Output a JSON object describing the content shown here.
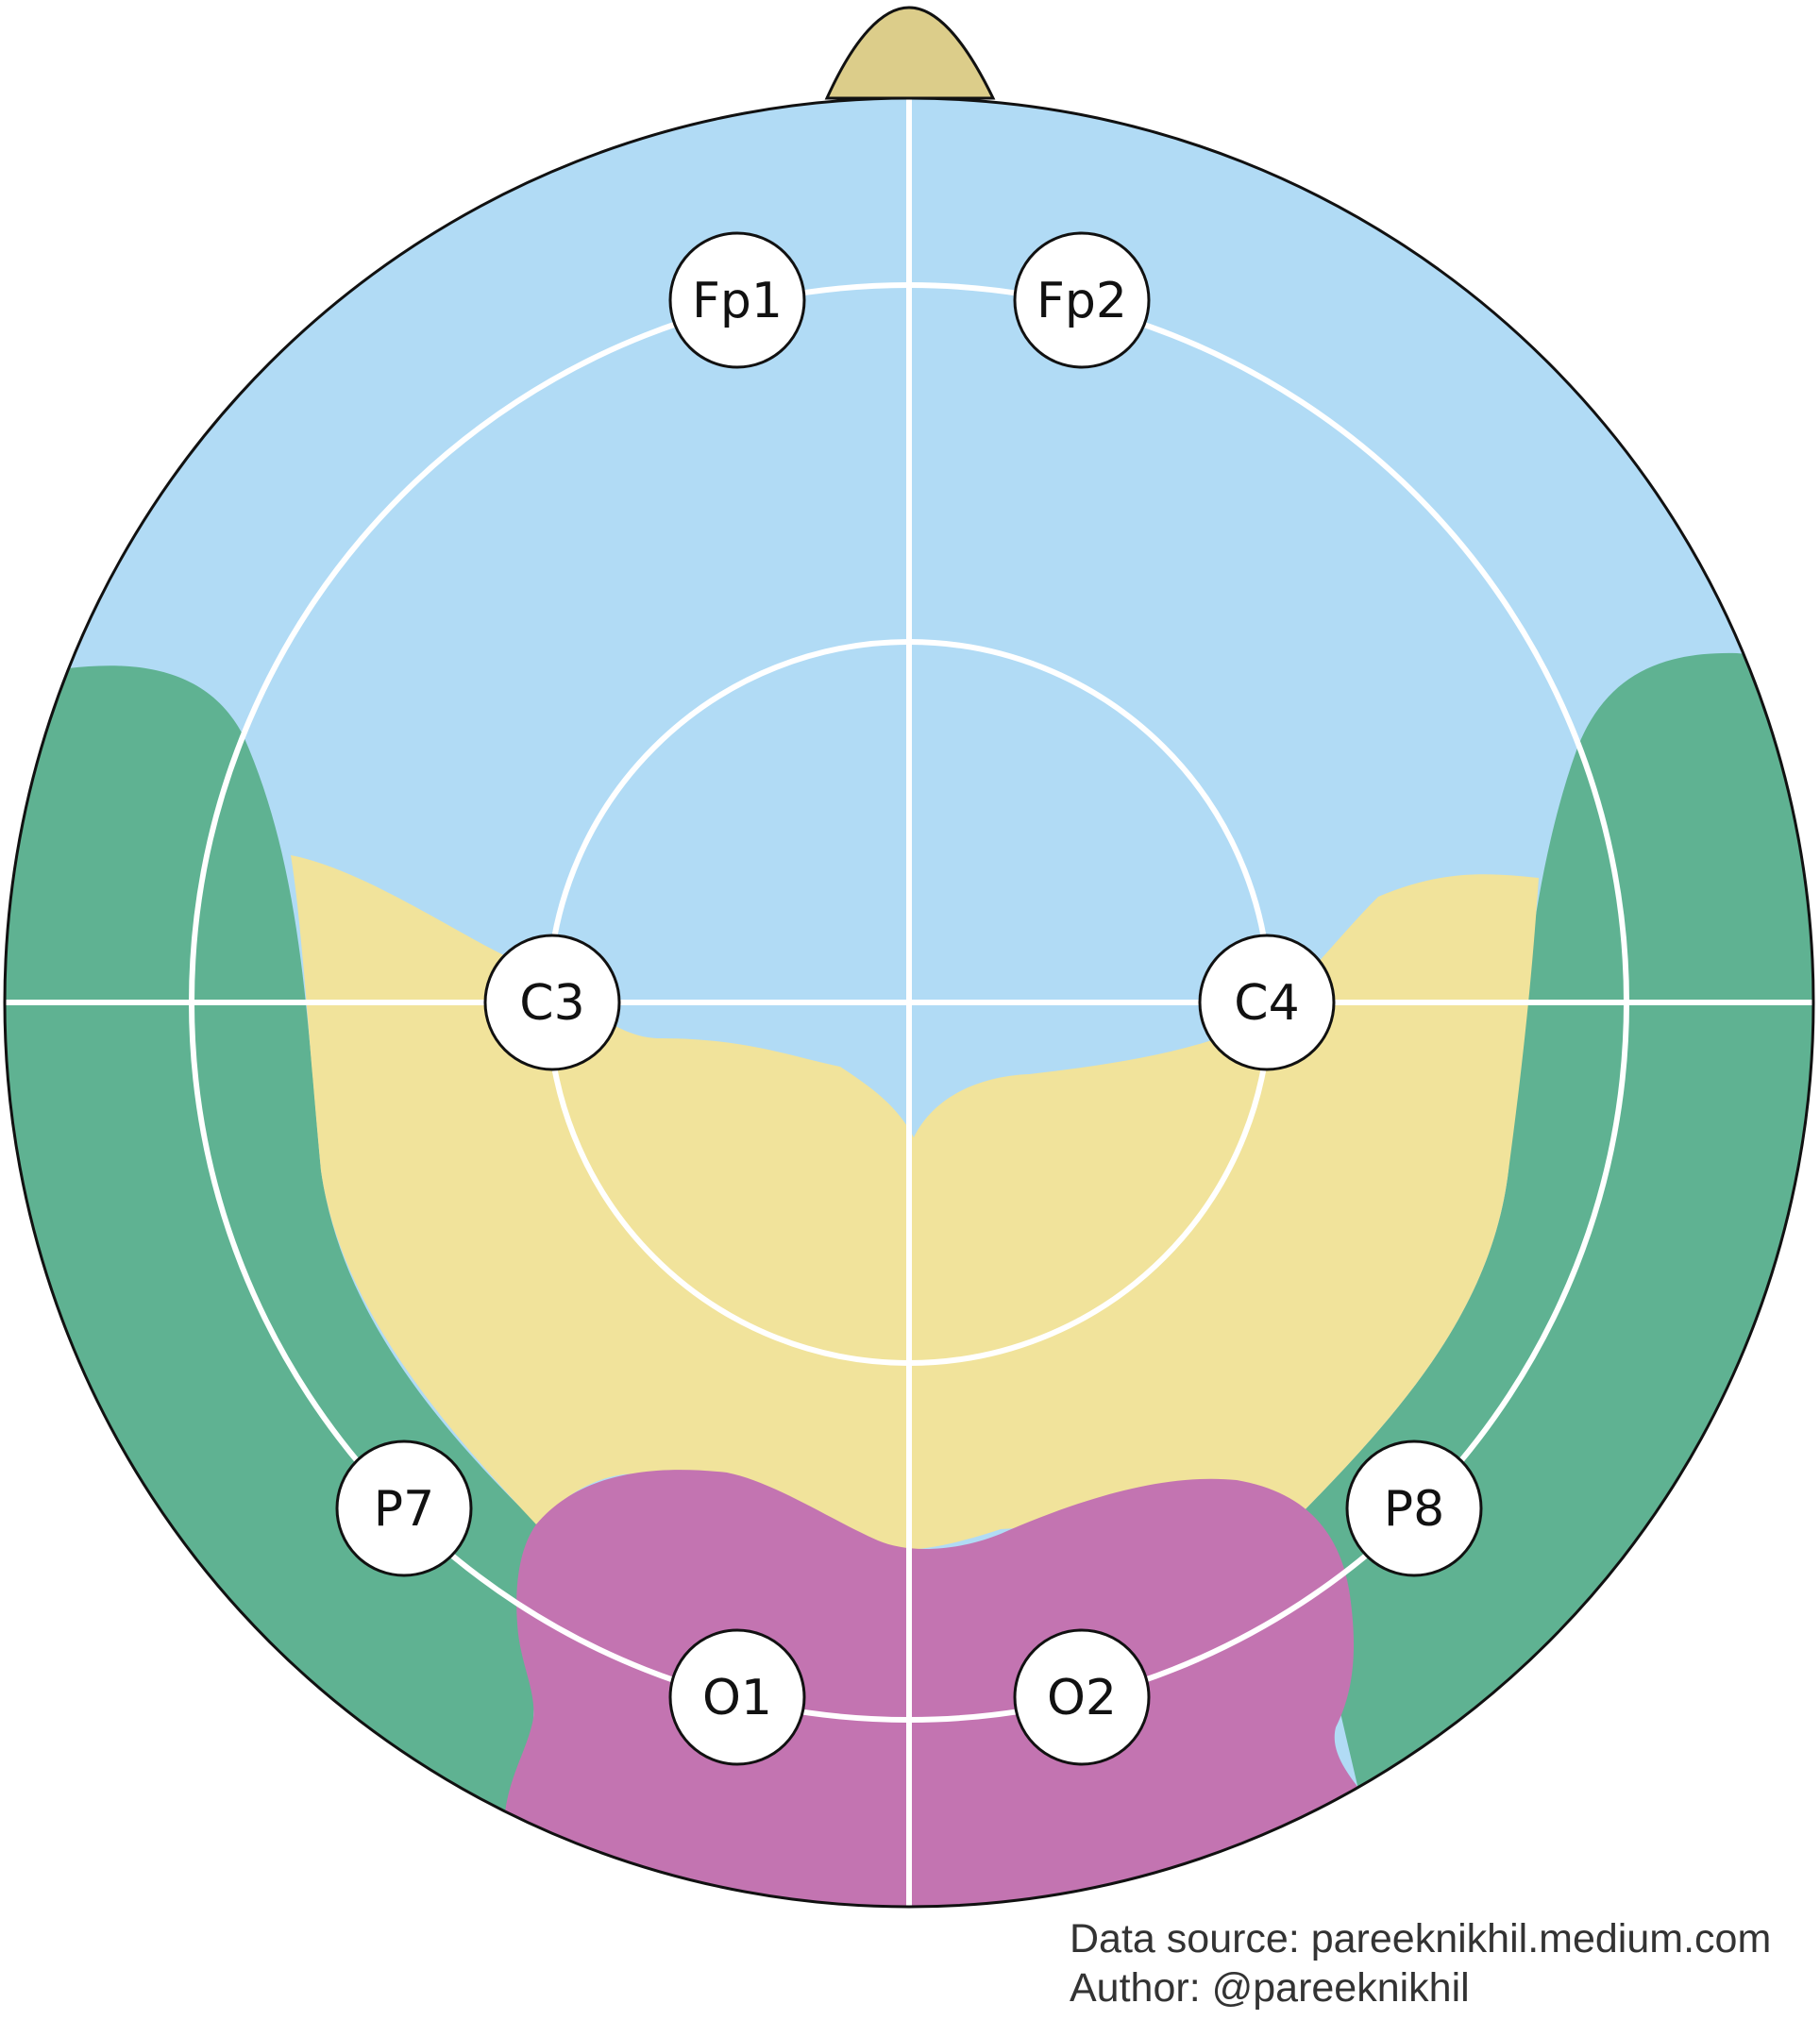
{
  "colors": {
    "outline": "#111111",
    "nose": "#dccd8a",
    "frontal_region": "#b1dbf5",
    "temporal_region": "#5fb292",
    "parietal_region": "#f1e39b",
    "occipital_region": "#c374b1",
    "grid_lines": "#ffffff",
    "electrode_fill": "#ffffff"
  },
  "electrodes": [
    {
      "id": "fp1",
      "label": "Fp1"
    },
    {
      "id": "fp2",
      "label": "Fp2"
    },
    {
      "id": "c3",
      "label": "C3"
    },
    {
      "id": "c4",
      "label": "C4"
    },
    {
      "id": "p7",
      "label": "P7"
    },
    {
      "id": "p8",
      "label": "P8"
    },
    {
      "id": "o1",
      "label": "O1"
    },
    {
      "id": "o2",
      "label": "O2"
    }
  ],
  "credits": {
    "source": "Data source: pareeknikhil.medium.com",
    "author": "Author: @pareeknikhil"
  }
}
